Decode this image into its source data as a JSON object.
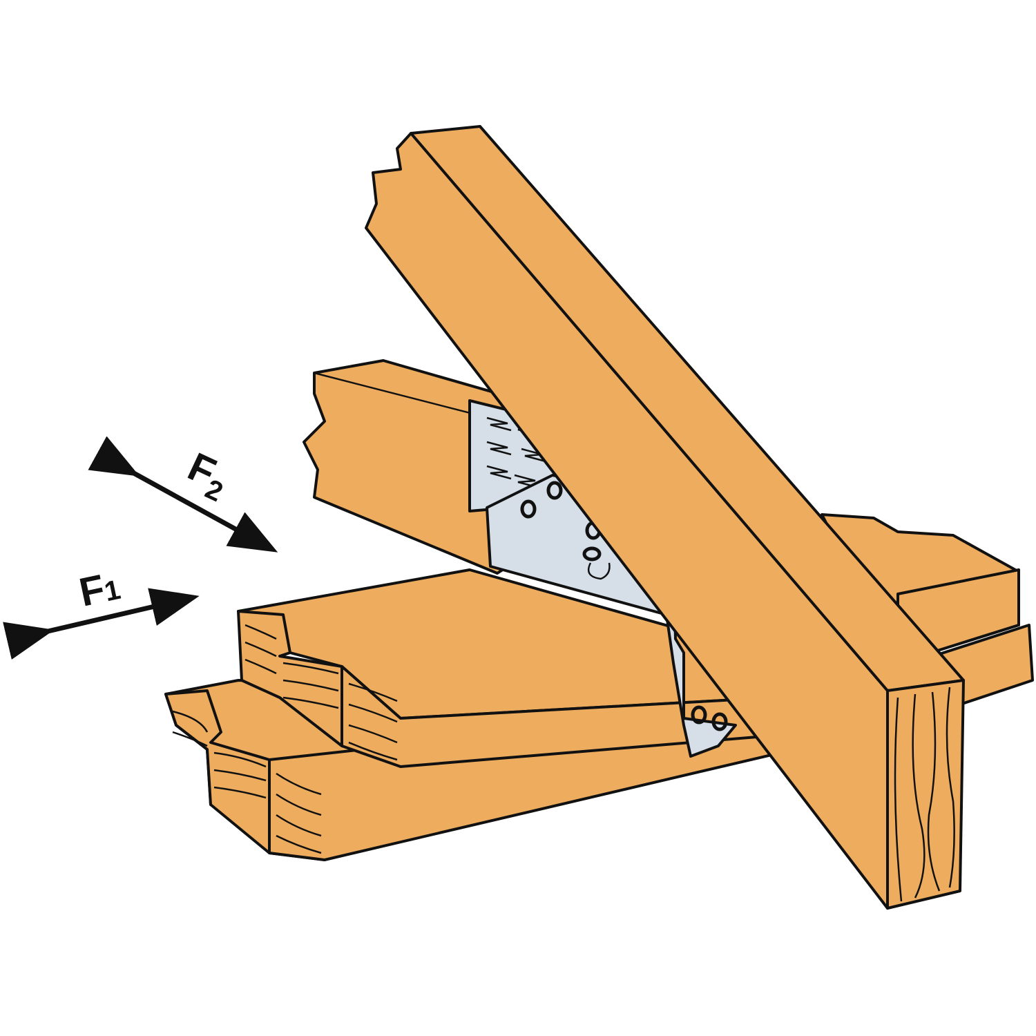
{
  "diagram": {
    "labels": {
      "f1": {
        "main": "F",
        "sub": "1"
      },
      "f2": {
        "main": "F",
        "sub": "2"
      }
    },
    "colors": {
      "wood": "#EDAC5E",
      "metal": "#D6DEE7",
      "outline": "#111111"
    }
  }
}
